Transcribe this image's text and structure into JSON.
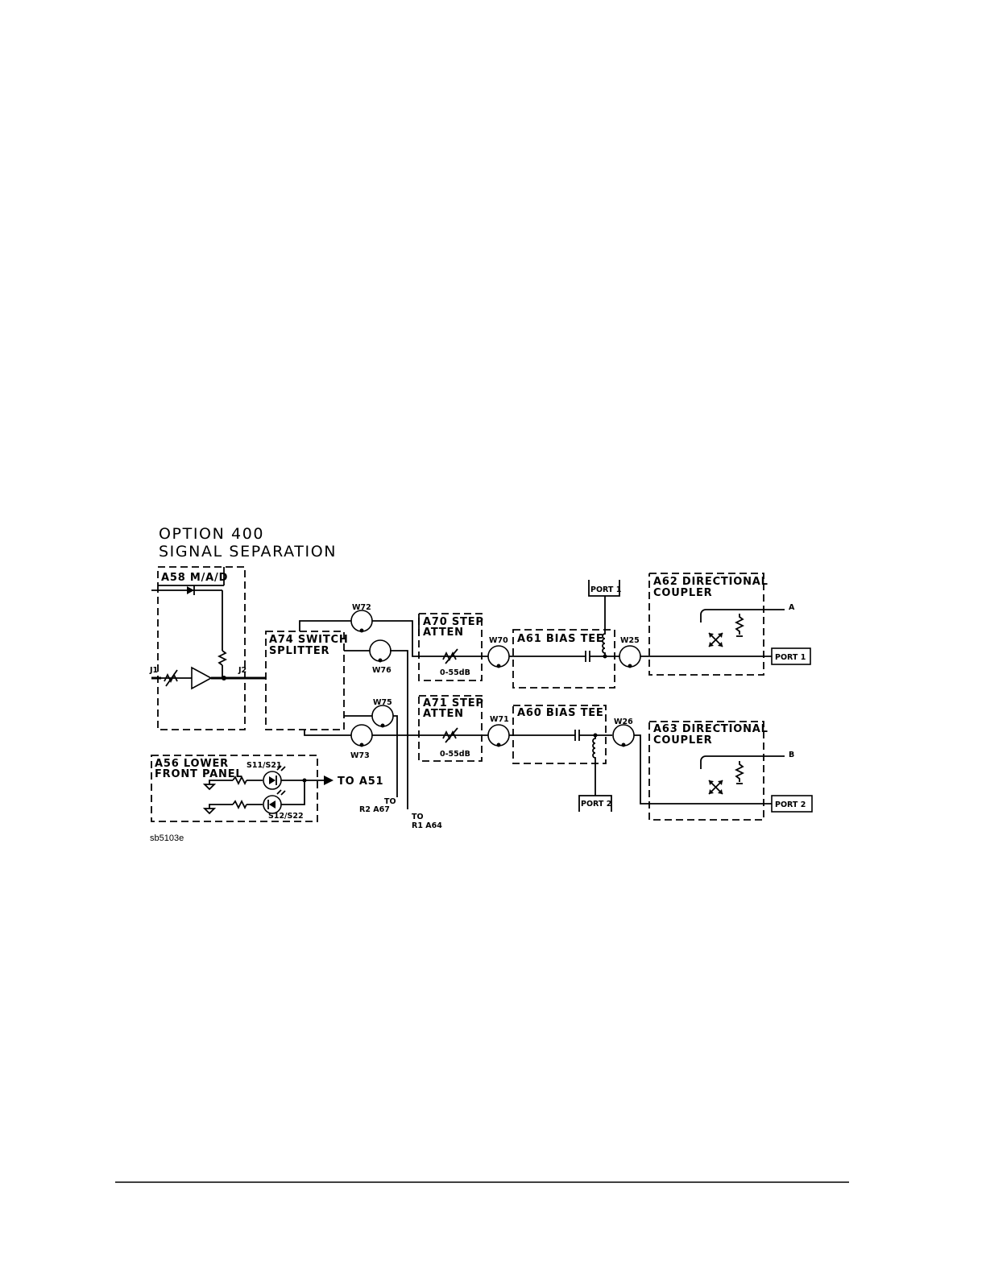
{
  "title": {
    "line1": "OPTION 400",
    "line2": "SIGNAL SEPARATION"
  },
  "blocks": {
    "a58": "A58 M/A/D",
    "a74_l1": "A74 SWITCH",
    "a74_l2": "SPLITTER",
    "a70_l1": "A70 STEP",
    "a70_l2": "ATTEN",
    "a71_l1": "A71 STEP",
    "a71_l2": "ATTEN",
    "a61": "A61 BIAS TEE",
    "a60": "A60 BIAS TEE",
    "a62_l1": "A62 DIRECTIONAL",
    "a62_l2": "COUPLER",
    "a63_l1": "A63 DIRECTIONAL",
    "a63_l2": "COUPLER",
    "a56_l1": "A56 LOWER",
    "a56_l2": "FRONT PANEL"
  },
  "labels": {
    "j1": "J1",
    "j2": "J2",
    "w72": "W72",
    "w76": "W76",
    "w75": "W75",
    "w73": "W73",
    "w70": "W70",
    "w71": "W71",
    "w25": "W25",
    "w26": "W26",
    "atten_range_1": "0-55dB",
    "atten_range_2": "0-55dB",
    "port1_top": "PORT 1",
    "port1_out": "PORT 1",
    "port2_bottom": "PORT 2",
    "port2_out": "PORT 2",
    "out_a": "A",
    "out_b": "B",
    "s11_s21": "S11/S21",
    "s12_s22": "S12/S22",
    "to_a51": "TO A51",
    "to_r2_l1": "TO",
    "to_r2_l2": "R2 A67",
    "to_r1_l1": "TO",
    "to_r1_l2": "R1 A64"
  },
  "caption": "sb5103e"
}
